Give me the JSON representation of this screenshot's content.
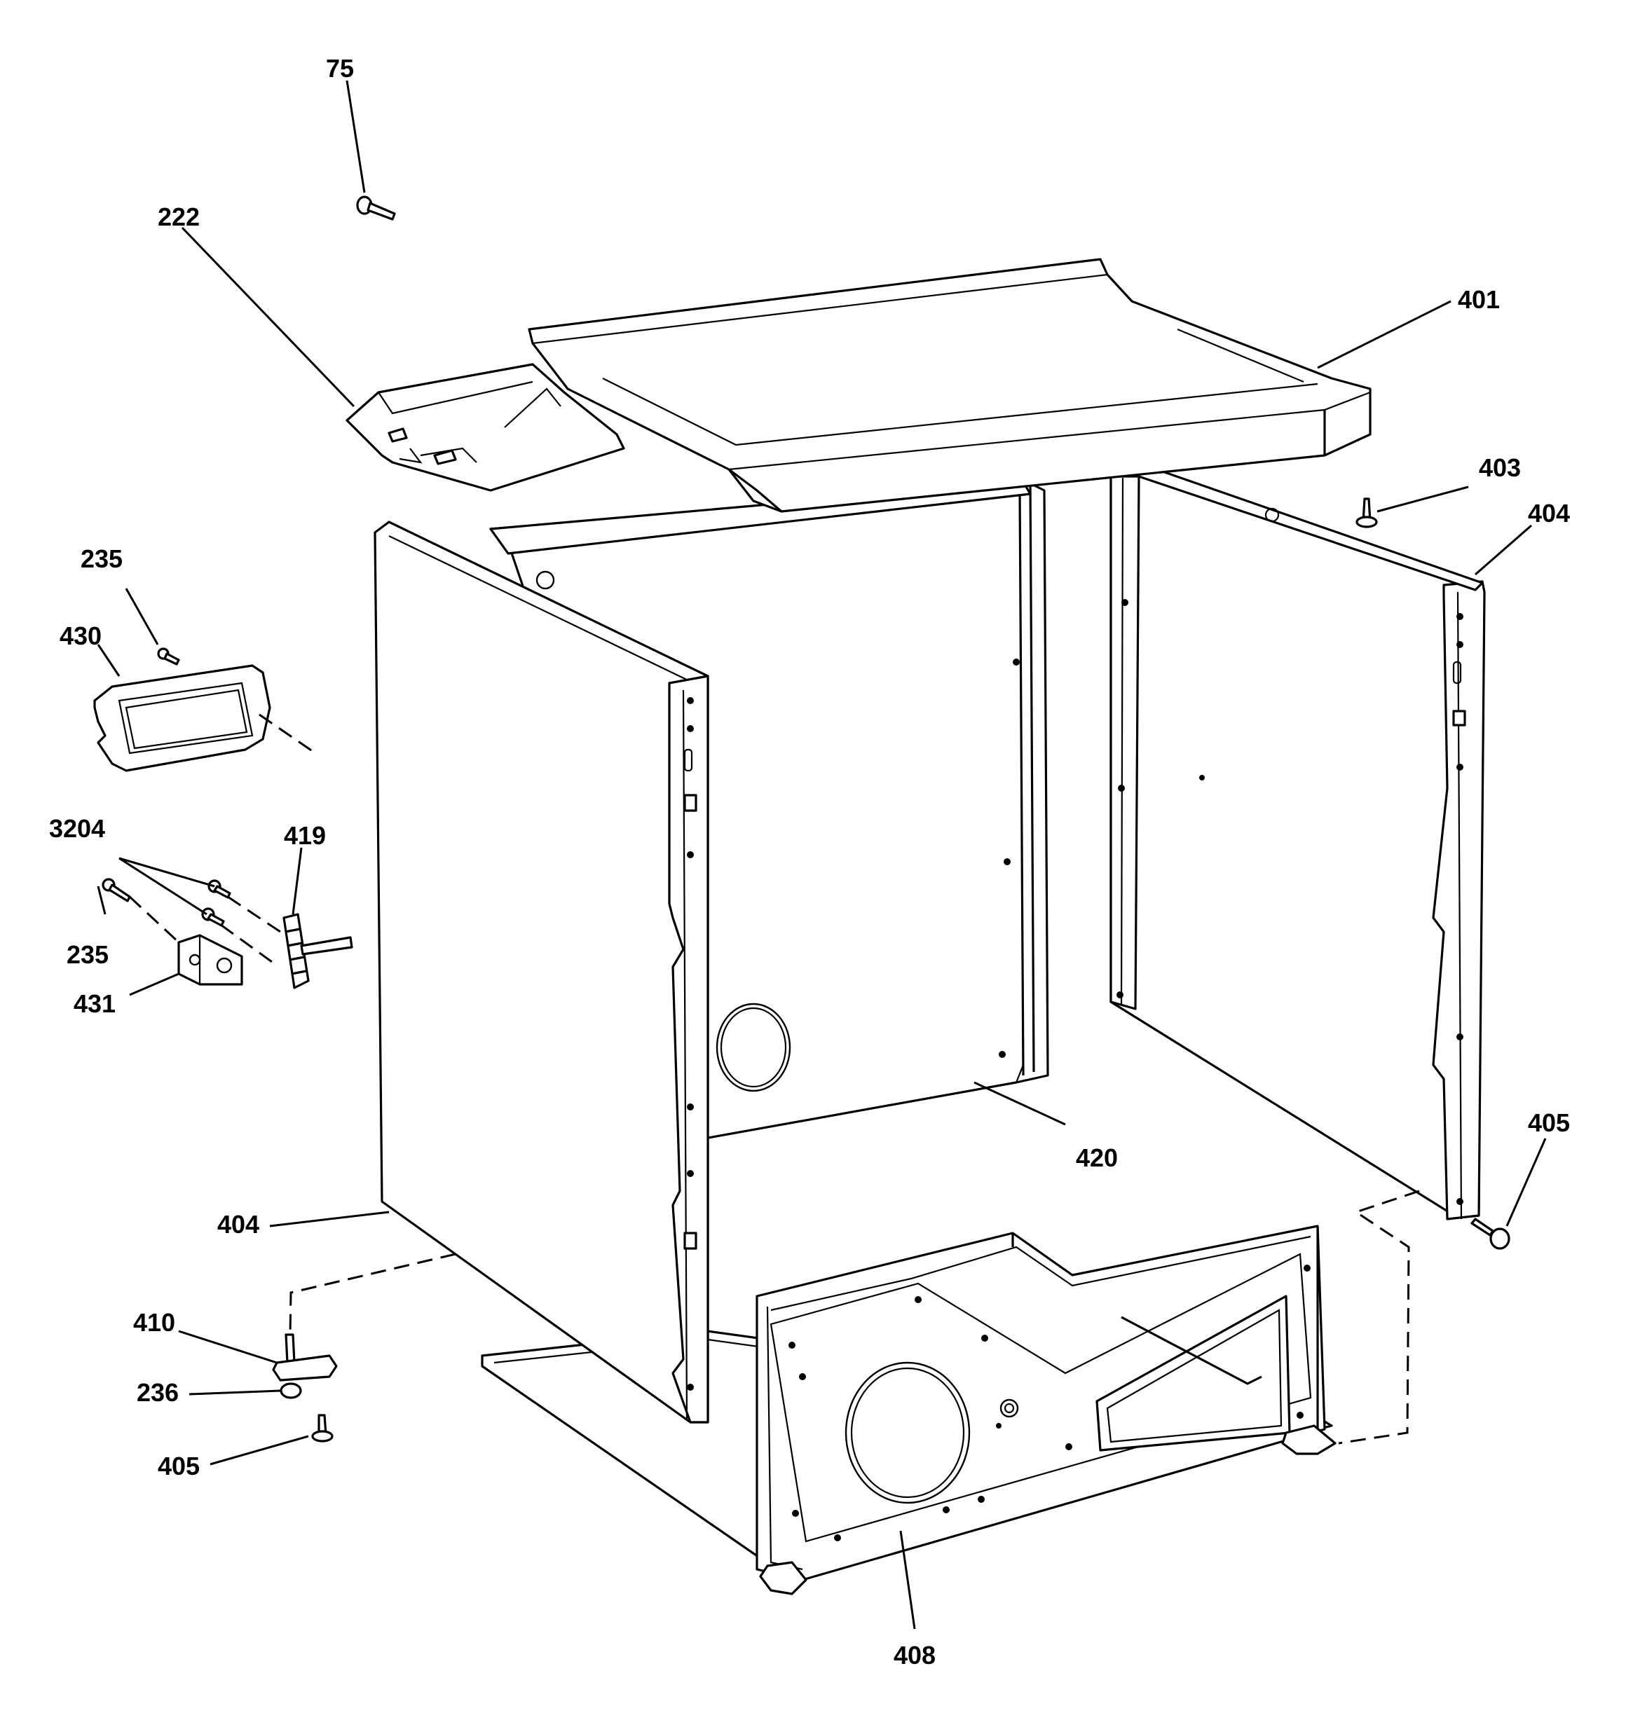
{
  "labels": {
    "l75": "75",
    "l222": "222",
    "l401": "401",
    "l403": "403",
    "l404_right": "404",
    "l235_top": "235",
    "l430": "430",
    "l3204": "3204",
    "l419": "419",
    "l235_bottom": "235",
    "l431": "431",
    "l405_right": "405",
    "l420": "420",
    "l404_left": "404",
    "l410": "410",
    "l236": "236",
    "l405_left": "405",
    "l408": "408"
  }
}
